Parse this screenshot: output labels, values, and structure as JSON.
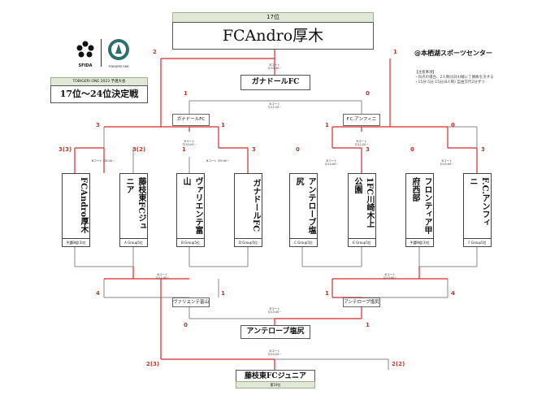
{
  "header": {
    "rank_label": "17位",
    "winner": "FCAndro厚木"
  },
  "logos": {
    "left_text": "SFIDA",
    "right_text": "TOBIGERI ONE"
  },
  "event_box": {
    "subtitle": "TOBIGERI ONE 2023 予選大会",
    "title": "17位〜24位決定戦"
  },
  "venue": "@本栖湖スポーツセンター",
  "notes": {
    "title": "【注意事項】",
    "line1": "・同点の場合、2人制(4対4)戦にて勝敗を決する",
    "line2": "・15分-5分-15分(8人制) 自由交代2分ずつ"
  },
  "teams": [
    {
      "name": "FCAndro厚木",
      "group": "予選B組(3)位"
    },
    {
      "name": "藤枝東FCジュニア",
      "group": "A Group5位"
    },
    {
      "name": "ヴァリエンテ富山",
      "group": "B Group5位"
    },
    {
      "name": "ガナドールFC",
      "group": "D Group5位"
    },
    {
      "name": "アンテローブ塩尻",
      "group": "C Group5位"
    },
    {
      "name": "1FC川崎木上公園",
      "group": "E Group5位"
    },
    {
      "name": "フロンティア甲府西部",
      "group": "予選B組(3)位"
    },
    {
      "name": "F.C.アンフィニ",
      "group": "F Group5位"
    }
  ],
  "r1_scores": [
    "3(3)",
    "3(2)",
    "1",
    "3",
    "0",
    "3",
    "0",
    "3"
  ],
  "r2_teams": {
    "left": "ガナドールFC",
    "right": "F.C.アンフィニ"
  },
  "r2_scores": [
    "3",
    "1",
    "1",
    "0"
  ],
  "r2_upper_final": {
    "team": "ガナドールFC",
    "scores": [
      "1",
      "0"
    ]
  },
  "top_scores": {
    "left": "2",
    "right": "1"
  },
  "lower_r2": {
    "scores": [
      "4",
      "1",
      "1",
      "4"
    ]
  },
  "lower_teams": {
    "left": "ヴァリエンテ富山",
    "right": "アンテローブ塩尻"
  },
  "lower_scores": {
    "left": "0",
    "right": "1"
  },
  "lower_winner": "アンテローブ塩尻",
  "bottom": {
    "scores": [
      "2(3)",
      "2(2)"
    ],
    "team": "藤枝東FCジュニア",
    "rank": "第19位"
  },
  "match_info": {
    "m1": "Bコート ⑫8:40~",
    "m2": "Bコート ⑫9:40~",
    "m3": "Bコート ⑫10:20~",
    "m4": "Bコート ⑫10:40~",
    "m5": "Bコート ⑫11:20~",
    "m6": "Bコート ⑫12:20~",
    "m7": "Bコート ⑫11:40~",
    "m8": "Bコート ⑫14:00~",
    "m9": "Bコート ⑫13:40~",
    "m10": "Bコート ⑫14:20~",
    "m11": "Bコート ⑫15:00~",
    "m12": "Bコート ⑫13:00~"
  },
  "colors": {
    "red": "#d62b2b",
    "gray": "#777777",
    "green_header": "#dfe9d6"
  }
}
